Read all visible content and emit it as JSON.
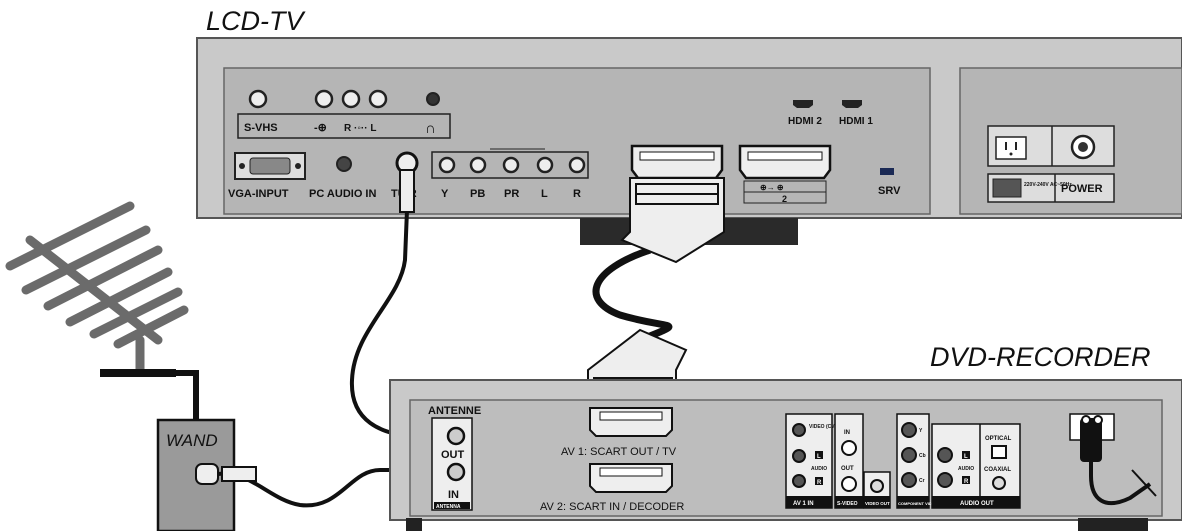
{
  "titles": {
    "tv": "LCD-TV",
    "recorder": "DVD-RECORDER"
  },
  "wall": {
    "label": "WAND"
  },
  "tv_panel": {
    "svhs": "S-VHS",
    "audio_in": "R ·◦·· L",
    "headphone": "∩",
    "vga": "VGA-INPUT",
    "pc_audio": "PC AUDIO IN",
    "tuner": "TU   R",
    "comp_y": "Y",
    "comp_pb": "PB",
    "comp_pr": "PR",
    "comp_l": "L",
    "comp_r": "R",
    "hdmi2": "HDMI 2",
    "hdmi1": "HDMI 1",
    "scart2": "2",
    "srv": "SRV",
    "power": "POWER",
    "voltage": "220V-240V AC~50Hz"
  },
  "recorder_panel": {
    "antenne": "ANTENNE",
    "ant_out": "OUT",
    "ant_in": "IN",
    "antenna": "ANTENNA",
    "av1": "AV 1: SCART OUT / TV",
    "av2": "AV 2: SCART IN / DECODER",
    "video_cvbs": "VIDEO (CVBS)",
    "audio": "AUDIO",
    "av1in": "AV 1 IN",
    "sv_in": "IN",
    "sv_out": "OUT",
    "svideo": "S-VIDEO",
    "video_out": "VIDEO OUT",
    "component": "COMPONENT VIDEO OUT",
    "comp_y": "Y",
    "comp_cb": "Cb",
    "comp_cr": "Cr",
    "audio_out": "AUDIO OUT",
    "optical": "OPTICAL",
    "coaxial": "COAXIAL",
    "aud_l": "L",
    "aud_r": "R"
  }
}
